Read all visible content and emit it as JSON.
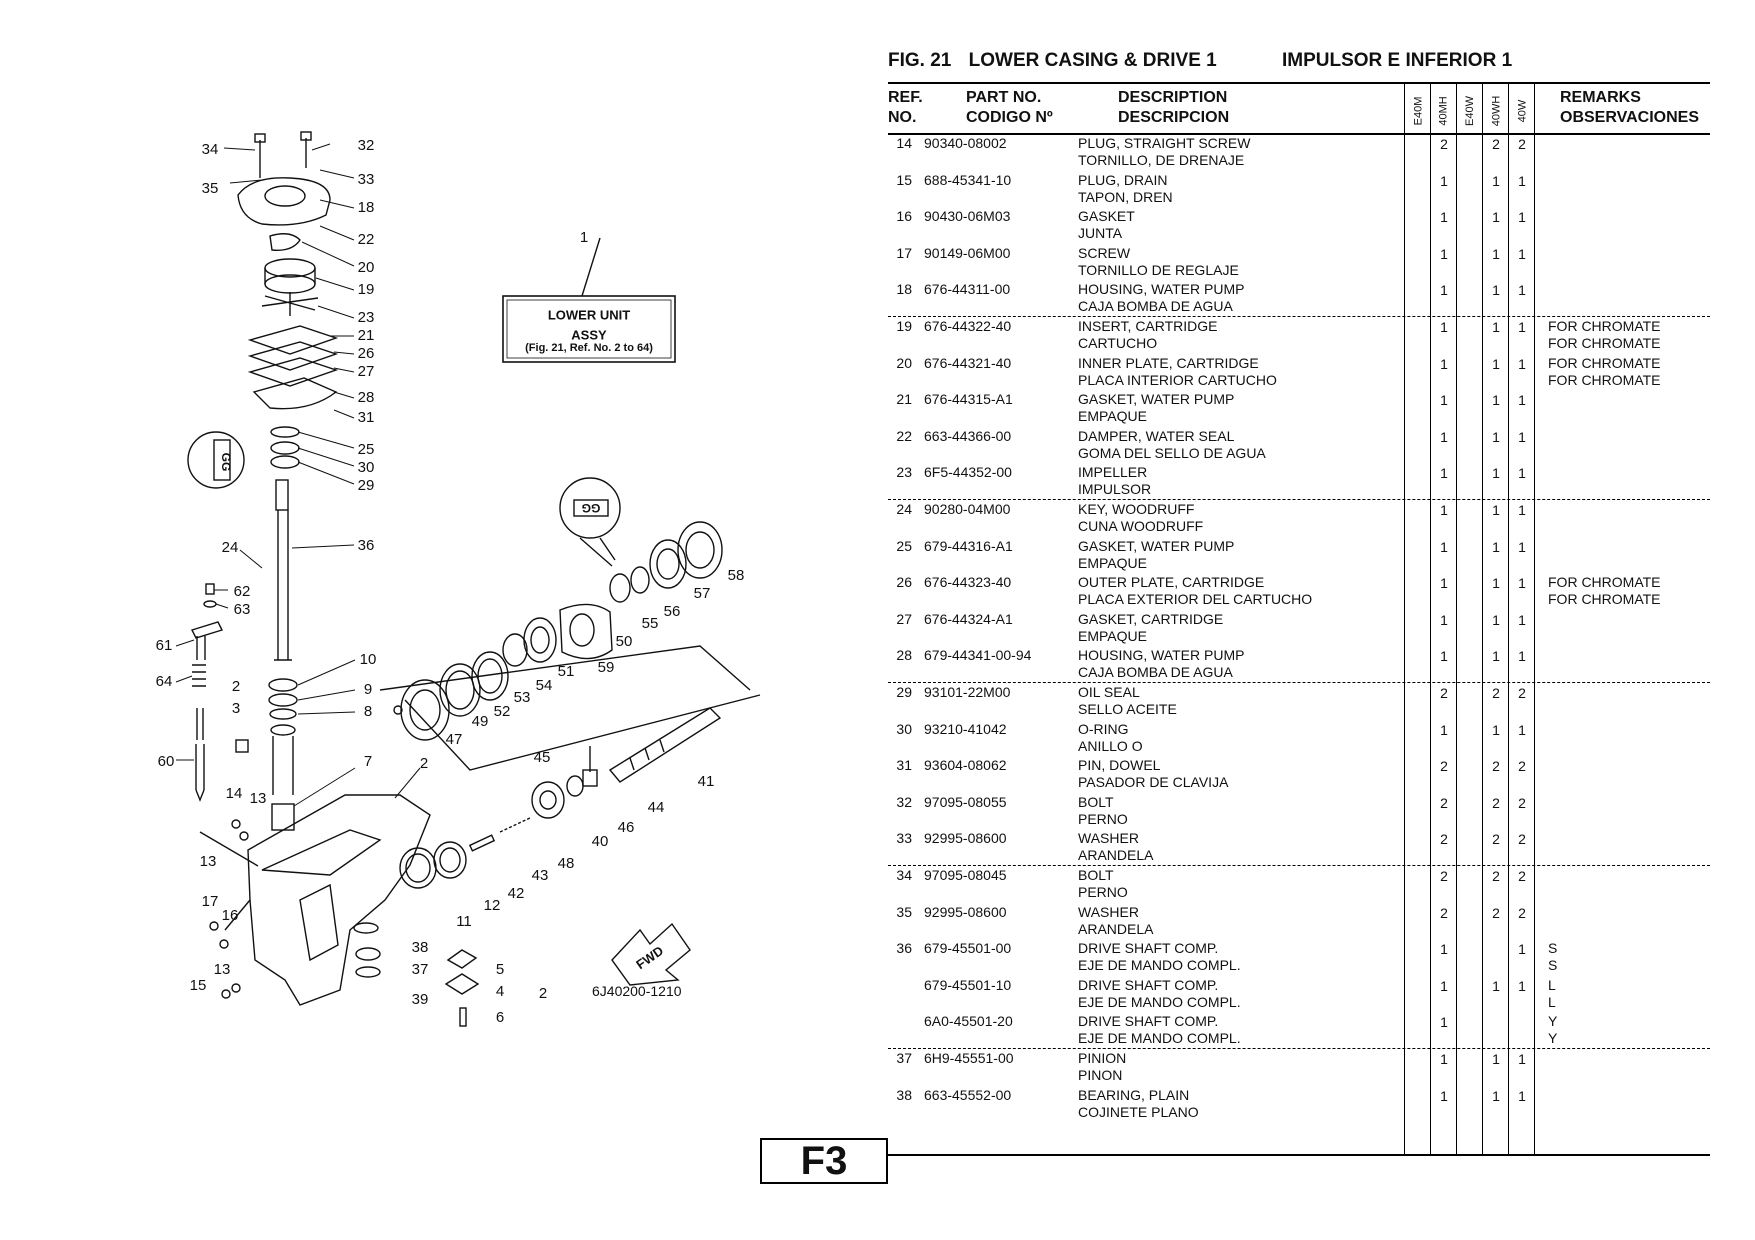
{
  "header": {
    "fig": "FIG. 21",
    "title_en": "LOWER CASING & DRIVE 1",
    "title_es": "IMPULSOR E INFERIOR 1"
  },
  "columns": {
    "ref": [
      "REF.",
      "NO."
    ],
    "part": [
      "PART NO.",
      "CODIGO Nº"
    ],
    "desc": [
      "DESCRIPTION",
      "DESCRIPCION"
    ],
    "models": [
      "E40M",
      "40MH",
      "E40W",
      "40WH",
      "40W"
    ],
    "remarks": [
      "REMARKS",
      "OBSERVACIONES"
    ]
  },
  "rows": [
    {
      "ref": "14",
      "part": "90340-08002",
      "d1": "PLUG, STRAIGHT SCREW",
      "d2": "TORNILLO, DE DRENAJE",
      "q": [
        "",
        "2",
        "",
        "2",
        "2"
      ],
      "r1": "",
      "r2": ""
    },
    {
      "ref": "15",
      "part": "688-45341-10",
      "d1": "PLUG, DRAIN",
      "d2": "TAPON, DREN",
      "q": [
        "",
        "1",
        "",
        "1",
        "1"
      ],
      "r1": "",
      "r2": ""
    },
    {
      "ref": "16",
      "part": "90430-06M03",
      "d1": "GASKET",
      "d2": "JUNTA",
      "q": [
        "",
        "1",
        "",
        "1",
        "1"
      ],
      "r1": "",
      "r2": ""
    },
    {
      "ref": "17",
      "part": "90149-06M00",
      "d1": "SCREW",
      "d2": "TORNILLO DE REGLAJE",
      "q": [
        "",
        "1",
        "",
        "1",
        "1"
      ],
      "r1": "",
      "r2": ""
    },
    {
      "ref": "18",
      "part": "676-44311-00",
      "d1": "HOUSING, WATER PUMP",
      "d2": "CAJA BOMBA DE AGUA",
      "q": [
        "",
        "1",
        "",
        "1",
        "1"
      ],
      "r1": "",
      "r2": ""
    },
    {
      "ref": "19",
      "part": "676-44322-40",
      "d1": "INSERT, CARTRIDGE",
      "d2": "CARTUCHO",
      "q": [
        "",
        "1",
        "",
        "1",
        "1"
      ],
      "r1": "FOR CHROMATE",
      "r2": "FOR CHROMATE"
    },
    {
      "ref": "20",
      "part": "676-44321-40",
      "d1": "INNER PLATE, CARTRIDGE",
      "d2": "PLACA INTERIOR CARTUCHO",
      "q": [
        "",
        "1",
        "",
        "1",
        "1"
      ],
      "r1": "FOR CHROMATE",
      "r2": "FOR CHROMATE"
    },
    {
      "ref": "21",
      "part": "676-44315-A1",
      "d1": "GASKET, WATER PUMP",
      "d2": "EMPAQUE",
      "q": [
        "",
        "1",
        "",
        "1",
        "1"
      ],
      "r1": "",
      "r2": ""
    },
    {
      "ref": "22",
      "part": "663-44366-00",
      "d1": "DAMPER, WATER SEAL",
      "d2": "GOMA DEL SELLO DE AGUA",
      "q": [
        "",
        "1",
        "",
        "1",
        "1"
      ],
      "r1": "",
      "r2": ""
    },
    {
      "ref": "23",
      "part": "6F5-44352-00",
      "d1": "IMPELLER",
      "d2": "IMPULSOR",
      "q": [
        "",
        "1",
        "",
        "1",
        "1"
      ],
      "r1": "",
      "r2": ""
    },
    {
      "ref": "24",
      "part": "90280-04M00",
      "d1": "KEY, WOODRUFF",
      "d2": "CUNA WOODRUFF",
      "q": [
        "",
        "1",
        "",
        "1",
        "1"
      ],
      "r1": "",
      "r2": ""
    },
    {
      "ref": "25",
      "part": "679-44316-A1",
      "d1": "GASKET, WATER PUMP",
      "d2": "EMPAQUE",
      "q": [
        "",
        "1",
        "",
        "1",
        "1"
      ],
      "r1": "",
      "r2": ""
    },
    {
      "ref": "26",
      "part": "676-44323-40",
      "d1": "OUTER PLATE, CARTRIDGE",
      "d2": "PLACA EXTERIOR DEL CARTUCHO",
      "q": [
        "",
        "1",
        "",
        "1",
        "1"
      ],
      "r1": "FOR CHROMATE",
      "r2": "FOR CHROMATE"
    },
    {
      "ref": "27",
      "part": "676-44324-A1",
      "d1": "GASKET, CARTRIDGE",
      "d2": "EMPAQUE",
      "q": [
        "",
        "1",
        "",
        "1",
        "1"
      ],
      "r1": "",
      "r2": ""
    },
    {
      "ref": "28",
      "part": "679-44341-00-94",
      "d1": "HOUSING, WATER PUMP",
      "d2": "CAJA BOMBA DE AGUA",
      "q": [
        "",
        "1",
        "",
        "1",
        "1"
      ],
      "r1": "",
      "r2": ""
    },
    {
      "ref": "29",
      "part": "93101-22M00",
      "d1": "OIL SEAL",
      "d2": "SELLO ACEITE",
      "q": [
        "",
        "2",
        "",
        "2",
        "2"
      ],
      "r1": "",
      "r2": ""
    },
    {
      "ref": "30",
      "part": "93210-41042",
      "d1": "O-RING",
      "d2": "ANILLO O",
      "q": [
        "",
        "1",
        "",
        "1",
        "1"
      ],
      "r1": "",
      "r2": ""
    },
    {
      "ref": "31",
      "part": "93604-08062",
      "d1": "PIN, DOWEL",
      "d2": "PASADOR DE CLAVIJA",
      "q": [
        "",
        "2",
        "",
        "2",
        "2"
      ],
      "r1": "",
      "r2": ""
    },
    {
      "ref": "32",
      "part": "97095-08055",
      "d1": "BOLT",
      "d2": "PERNO",
      "q": [
        "",
        "2",
        "",
        "2",
        "2"
      ],
      "r1": "",
      "r2": ""
    },
    {
      "ref": "33",
      "part": "92995-08600",
      "d1": "WASHER",
      "d2": "ARANDELA",
      "q": [
        "",
        "2",
        "",
        "2",
        "2"
      ],
      "r1": "",
      "r2": ""
    },
    {
      "ref": "34",
      "part": "97095-08045",
      "d1": "BOLT",
      "d2": "PERNO",
      "q": [
        "",
        "2",
        "",
        "2",
        "2"
      ],
      "r1": "",
      "r2": ""
    },
    {
      "ref": "35",
      "part": "92995-08600",
      "d1": "WASHER",
      "d2": "ARANDELA",
      "q": [
        "",
        "2",
        "",
        "2",
        "2"
      ],
      "r1": "",
      "r2": ""
    },
    {
      "ref": "36",
      "part": "679-45501-00",
      "d1": "DRIVE SHAFT COMP.",
      "d2": "EJE DE MANDO COMPL.",
      "q": [
        "",
        "1",
        "",
        "",
        "1"
      ],
      "r1": "S",
      "r2": "S"
    },
    {
      "ref": "",
      "part": "679-45501-10",
      "d1": "DRIVE SHAFT COMP.",
      "d2": "EJE DE MANDO COMPL.",
      "q": [
        "",
        "1",
        "",
        "1",
        "1"
      ],
      "r1": "L",
      "r2": "L"
    },
    {
      "ref": "",
      "part": "6A0-45501-20",
      "d1": "DRIVE SHAFT COMP.",
      "d2": "EJE DE MANDO COMPL.",
      "q": [
        "",
        "1",
        "",
        "",
        ""
      ],
      "r1": "Y",
      "r2": "Y"
    },
    {
      "ref": "37",
      "part": "6H9-45551-00",
      "d1": "PINION",
      "d2": "PINON",
      "q": [
        "",
        "1",
        "",
        "1",
        "1"
      ],
      "r1": "",
      "r2": ""
    },
    {
      "ref": "38",
      "part": "663-45552-00",
      "d1": "BEARING, PLAIN",
      "d2": "COJINETE PLANO",
      "q": [
        "",
        "1",
        "",
        "1",
        "1"
      ],
      "r1": "",
      "r2": ""
    }
  ],
  "diagram": {
    "label_box": [
      "LOWER UNIT",
      "ASSY",
      "(Fig. 21, Ref. No. 2 to 64)"
    ],
    "code": "6J40200-1210",
    "fwd": "FWD",
    "gg": "GG",
    "callouts": [
      "1",
      "2",
      "3",
      "4",
      "5",
      "6",
      "7",
      "8",
      "9",
      "10",
      "11",
      "12",
      "13",
      "14",
      "15",
      "16",
      "17",
      "18",
      "19",
      "20",
      "21",
      "22",
      "23",
      "24",
      "25",
      "26",
      "27",
      "28",
      "29",
      "30",
      "31",
      "32",
      "33",
      "34",
      "35",
      "36",
      "37",
      "38",
      "39",
      "40",
      "41",
      "42",
      "43",
      "44",
      "45",
      "46",
      "47",
      "48",
      "49",
      "50",
      "51",
      "52",
      "53",
      "54",
      "55",
      "56",
      "57",
      "58",
      "59",
      "60",
      "61",
      "62",
      "63",
      "64"
    ]
  },
  "page_label": "F3"
}
